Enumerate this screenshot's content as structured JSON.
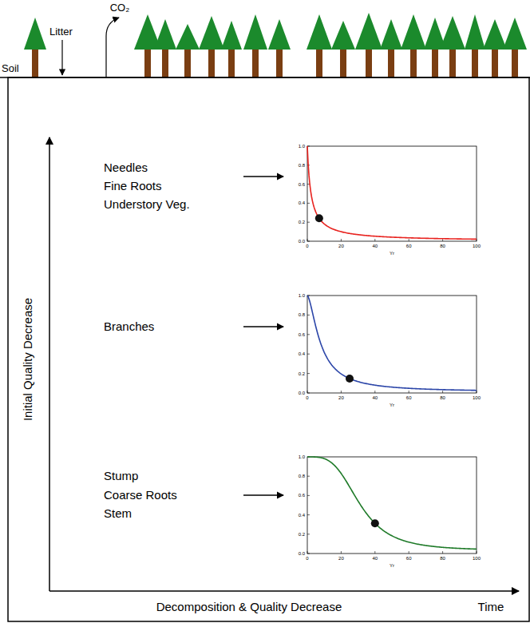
{
  "diagram": {
    "labels": [
      "CO₂",
      "Litter",
      "Soil",
      "Needles",
      "Fine Roots",
      "Understory Veg.",
      "Branches",
      "Stump",
      "Coarse Roots",
      "Stem",
      "Initial Quality Decrease",
      "Decomposition & Quality Decrease",
      "Time",
      "0",
      "20",
      "40",
      "60",
      "80",
      "100",
      "0.0",
      "0.2",
      "0.4",
      "0.6",
      "0.8",
      "1.0",
      "Yr",
      "0",
      "20",
      "40",
      "60",
      "80",
      "100",
      "0.0",
      "0.2",
      "0.4",
      "0.6",
      "0.8",
      "1.0",
      "Yr",
      "0",
      "20",
      "40",
      "60",
      "80",
      "100",
      "0.0",
      "0.2",
      "0.4",
      "0.6",
      "0.8",
      "1.0",
      "Yr"
    ]
  }
}
